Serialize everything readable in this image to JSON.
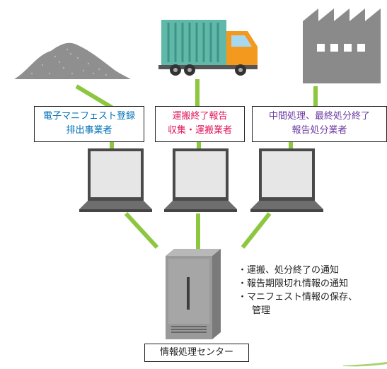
{
  "boxes": {
    "emitter": {
      "line1": "電子マニフェスト登録",
      "line2": "排出事業者",
      "color": "#0070b8"
    },
    "transport": {
      "line1": "運搬終了報告",
      "line2": "収集・運搬業者",
      "color": "#e0145a"
    },
    "disposal": {
      "line1": "中間処理、最終処分終了",
      "line2": "報告処分業者",
      "color": "#6b3aa0"
    }
  },
  "notes": {
    "item1": "・運搬、処分終了の通知",
    "item2": "・報告期限切れ情報の通知",
    "item3": "・マニフェスト情報の保存、",
    "item3_cont": "管理"
  },
  "center": {
    "label": "情報処理センター"
  },
  "colors": {
    "connector": "#8dc63f",
    "device_gray": "#8a8a8a",
    "screen": "#e6e6e6"
  },
  "icons": [
    "waste-pile-icon",
    "truck-icon",
    "factory-icon",
    "laptop-icon",
    "server-icon"
  ]
}
